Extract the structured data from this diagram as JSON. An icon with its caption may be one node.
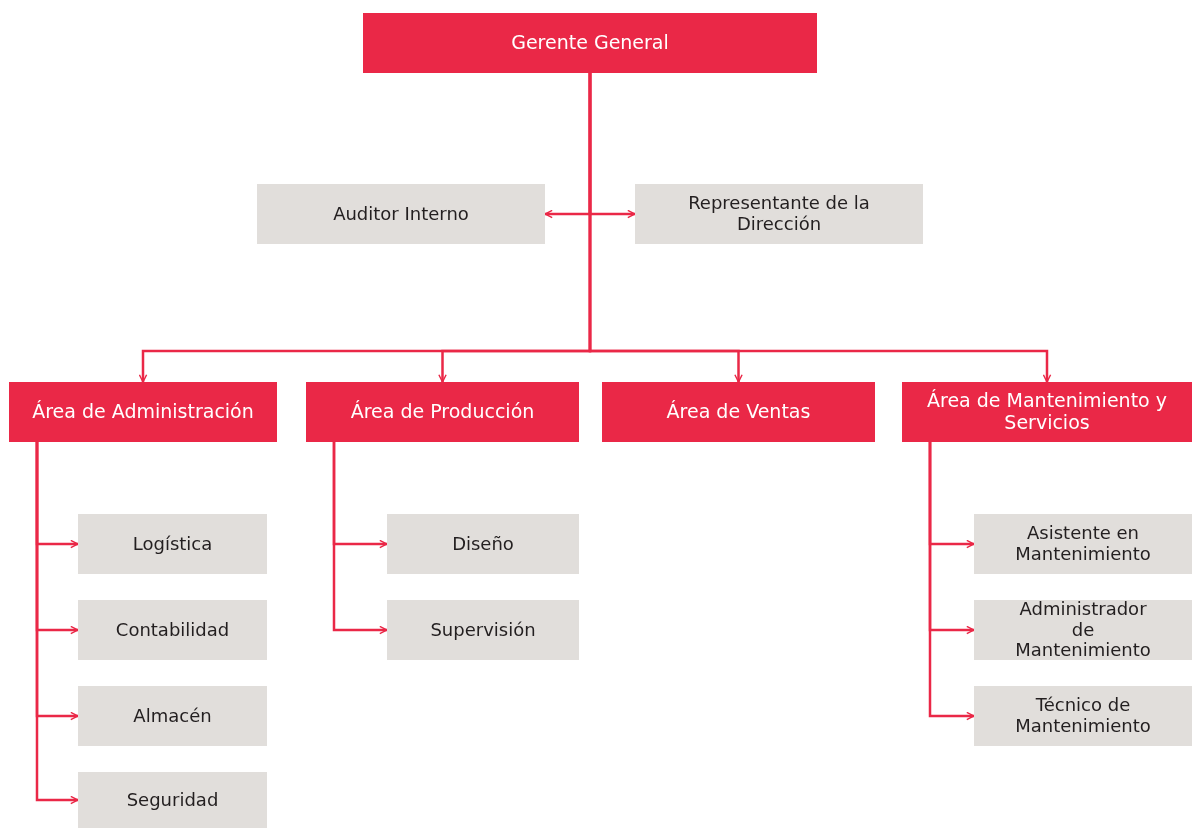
{
  "diagram": {
    "nodes": [
      {
        "text": [
          "Gerente General"
        ]
      },
      {
        "text": [
          "Auditor Interno"
        ]
      },
      {
        "text": [
          "Representante de la Dirección"
        ]
      },
      {
        "text": [
          "Área de Administración"
        ]
      },
      {
        "text": [
          "Área de Producción"
        ]
      },
      {
        "text": [
          "Área de Ventas"
        ]
      },
      {
        "text": [
          "Área de Mantenimiento y Servicios"
        ]
      },
      {
        "text": [
          "Logística"
        ]
      },
      {
        "text": [
          "Contabilidad"
        ]
      },
      {
        "text": [
          "Almacén"
        ]
      },
      {
        "text": [
          "Seguridad"
        ]
      },
      {
        "text": [
          "Diseño"
        ]
      },
      {
        "text": [
          "Supervisión"
        ]
      },
      {
        "text": [
          "Asistente en Mantenimiento"
        ]
      },
      {
        "text": [
          "Administrador de Mantenimiento"
        ]
      },
      {
        "text": [
          "Técnico de Mantenimiento"
        ]
      }
    ],
    "edges": [
      {
        "from": 0,
        "to": 1,
        "arrow": "to"
      },
      {
        "from": 0,
        "to": 2,
        "arrow": "to"
      },
      {
        "from": 0,
        "to": 3,
        "arrow": "to"
      },
      {
        "from": 0,
        "to": 4,
        "arrow": "to"
      },
      {
        "from": 0,
        "to": 5,
        "arrow": "to"
      },
      {
        "from": 0,
        "to": 6,
        "arrow": "to"
      },
      {
        "from": 3,
        "to": 7,
        "arrow": "to"
      },
      {
        "from": 3,
        "to": 8,
        "arrow": "to"
      },
      {
        "from": 3,
        "to": 9,
        "arrow": "to"
      },
      {
        "from": 3,
        "to": 10,
        "arrow": "to"
      },
      {
        "from": 4,
        "to": 11,
        "arrow": "to"
      },
      {
        "from": 4,
        "to": 12,
        "arrow": "to"
      },
      {
        "from": 6,
        "to": 13,
        "arrow": "to"
      },
      {
        "from": 6,
        "to": 14,
        "arrow": "to"
      },
      {
        "from": 6,
        "to": 15,
        "arrow": "to"
      }
    ]
  }
}
